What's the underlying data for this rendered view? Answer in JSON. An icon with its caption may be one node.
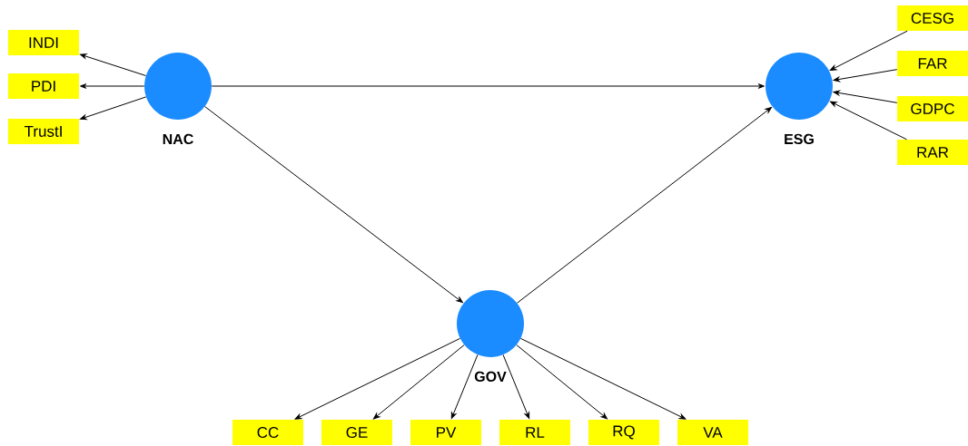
{
  "diagram": {
    "nodes": [
      {
        "text": [
          "INDI"
        ]
      },
      {
        "text": [
          "PDI"
        ]
      },
      {
        "text": [
          "TrustI"
        ]
      },
      {
        "text": [],
        "shape": "circle",
        "beside": [
          "NAC"
        ]
      },
      {
        "text": [],
        "shape": "circle",
        "beside": [
          "ESG"
        ]
      },
      {
        "text": [
          "CESG"
        ]
      },
      {
        "text": [
          "FAR"
        ]
      },
      {
        "text": [
          "GDPC"
        ]
      },
      {
        "text": [
          "RAR"
        ]
      },
      {
        "text": [],
        "shape": "circle",
        "beside": [
          "GOV"
        ]
      },
      {
        "text": [
          "CC"
        ]
      },
      {
        "text": [
          "GE"
        ]
      },
      {
        "text": [
          "PV"
        ]
      },
      {
        "text": [
          "RL"
        ]
      },
      {
        "text": [
          "RQ"
        ]
      },
      {
        "text": [
          "VA"
        ]
      }
    ],
    "edges": [
      {
        "from": 3,
        "to": 0,
        "arrow": "to"
      },
      {
        "from": 3,
        "to": 1,
        "arrow": "to"
      },
      {
        "from": 3,
        "to": 2,
        "arrow": "to"
      },
      {
        "from": 3,
        "to": 4,
        "arrow": "to"
      },
      {
        "from": 3,
        "to": 9,
        "arrow": "to"
      },
      {
        "from": 9,
        "to": 4,
        "arrow": "to"
      },
      {
        "from": 5,
        "to": 4,
        "arrow": "to"
      },
      {
        "from": 6,
        "to": 4,
        "arrow": "to"
      },
      {
        "from": 7,
        "to": 4,
        "arrow": "to"
      },
      {
        "from": 8,
        "to": 4,
        "arrow": "to"
      },
      {
        "from": 9,
        "to": 10,
        "arrow": "to"
      },
      {
        "from": 9,
        "to": 11,
        "arrow": "to"
      },
      {
        "from": 9,
        "to": 12,
        "arrow": "to"
      },
      {
        "from": 9,
        "to": 13,
        "arrow": "to"
      },
      {
        "from": 9,
        "to": 14,
        "arrow": "to"
      },
      {
        "from": 9,
        "to": 15,
        "arrow": "to"
      }
    ]
  }
}
